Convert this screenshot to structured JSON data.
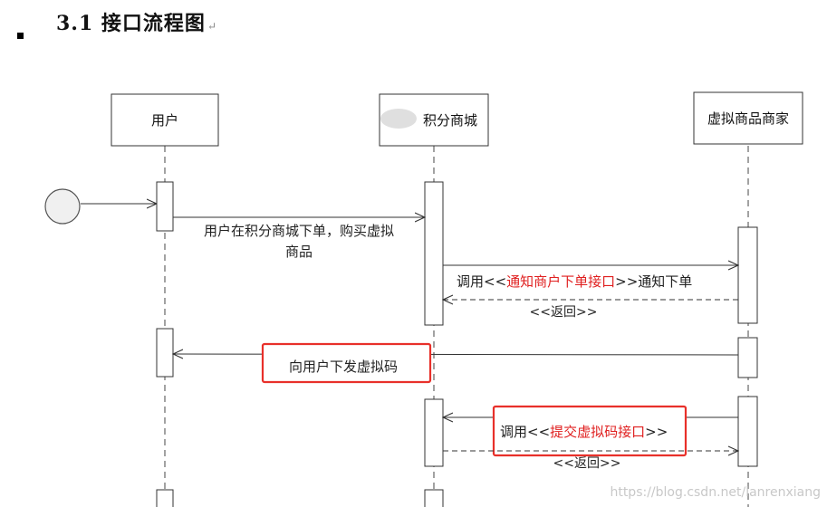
{
  "heading": {
    "title": "3.1 接口流程图",
    "paragraph_mark": "↵"
  },
  "actors": {
    "user": "用户",
    "mall": "积分商城",
    "merchant": "虚拟商品商家"
  },
  "messages": {
    "order_line1": "用户在积分商城下单，购买虚拟",
    "order_line2": "商品",
    "notify_prefix": "调用<<",
    "notify_red": "通知商户下单接口",
    "notify_suffix": ">>通知下单",
    "return1": "<<返回>>",
    "send_code": "向用户下发虚拟码",
    "submit_prefix": "调用<<",
    "submit_red": "提交虚拟码接口",
    "submit_suffix": ">>",
    "return2": "<<返回>>"
  },
  "watermark": "https://blog.csdn.net/lanrenxiang",
  "colors": {
    "highlight_red": "#e02020",
    "box_red": "#e8302a",
    "line": "#333333"
  }
}
